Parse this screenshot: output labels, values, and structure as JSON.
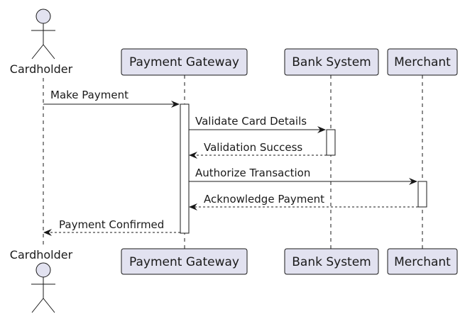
{
  "participants": [
    {
      "id": "cardholder",
      "label": "Cardholder",
      "kind": "actor"
    },
    {
      "id": "gateway",
      "label": "Payment Gateway",
      "kind": "box"
    },
    {
      "id": "bank",
      "label": "Bank System",
      "kind": "box"
    },
    {
      "id": "merchant",
      "label": "Merchant",
      "kind": "box"
    }
  ],
  "messages": [
    {
      "from": "cardholder",
      "to": "gateway",
      "label": "Make Payment",
      "style": "solid"
    },
    {
      "from": "gateway",
      "to": "bank",
      "label": "Validate Card Details",
      "style": "solid"
    },
    {
      "from": "bank",
      "to": "gateway",
      "label": "Validation Success",
      "style": "dashed"
    },
    {
      "from": "gateway",
      "to": "merchant",
      "label": "Authorize Transaction",
      "style": "solid"
    },
    {
      "from": "merchant",
      "to": "gateway",
      "label": "Acknowledge Payment",
      "style": "dashed"
    },
    {
      "from": "gateway",
      "to": "cardholder",
      "label": "Payment Confirmed",
      "style": "dashed"
    }
  ],
  "colors": {
    "participant_fill": "#e2e2f0",
    "participant_stroke": "#181818",
    "activation_fill": "#ffffff",
    "line": "#181818",
    "lifeline": "#181818"
  }
}
